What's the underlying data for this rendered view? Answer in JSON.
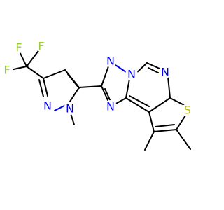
{
  "molecule": {
    "atoms": {
      "f_top_left": "F",
      "f_top_right": "F",
      "f_left": "F",
      "n_pyrazole_2": "N",
      "n_pyrazole_1": "N",
      "n_triazole_top": "N",
      "n_triazole_left": "N",
      "n_fused_bridge": "N",
      "n_pyrimidine": "N",
      "s_thiophene": "S"
    },
    "colors": {
      "carbon": "#000000",
      "nitrogen": "#0000ff",
      "fluorine": "#99cc33",
      "sulfur": "#b8b800"
    }
  }
}
